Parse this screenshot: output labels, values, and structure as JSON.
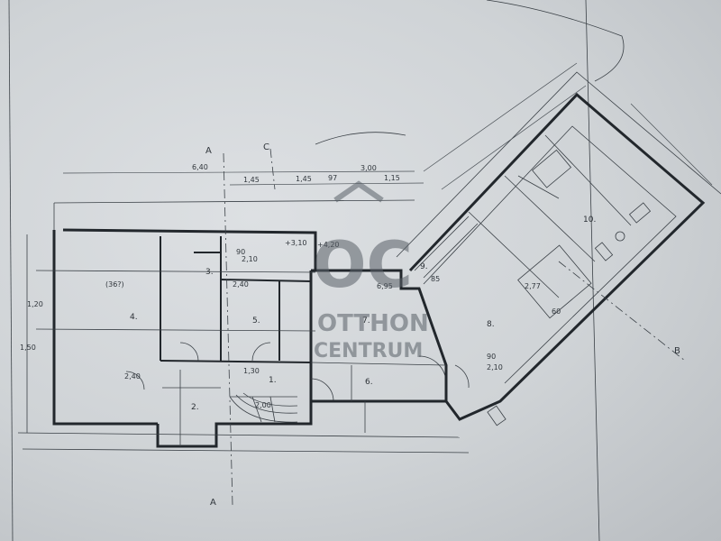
{
  "watermark": {
    "logo": "OC",
    "line1": "OTTHON",
    "line2": "CENTRUM"
  },
  "section_marks": {
    "a_top": "A",
    "a_bottom": "A",
    "c_top": "C",
    "b_right": "B"
  },
  "rooms": {
    "r1": "1.",
    "r2": "2.",
    "r3": "3.",
    "r4": "4.",
    "r5": "5.",
    "r6": "6.",
    "r7": "7.",
    "r8": "8.",
    "r9": "9.",
    "r10": "10."
  },
  "dims_top": {
    "total": "6,40",
    "d1": "1,45",
    "d2": "1,45",
    "d3": "97",
    "d4": "3,00",
    "d5": "1,15"
  },
  "misc_labels": {
    "area_a": "(36?)",
    "d_240": "2,40",
    "d_90_a": "90",
    "d_90_b": "90",
    "d_120": "1,20",
    "d_150": "1,50",
    "d_210_a": "2,10",
    "d_210_b": "2,10",
    "d_240b": "2,40",
    "d_1_30": "1,30",
    "d_2_00": "2,00",
    "d_60": "60",
    "d_85": "85",
    "d_2_7": "2,77",
    "d_6_95": "6,95",
    "lvl_310": "+3,10",
    "lvl_420": "+4,20"
  }
}
